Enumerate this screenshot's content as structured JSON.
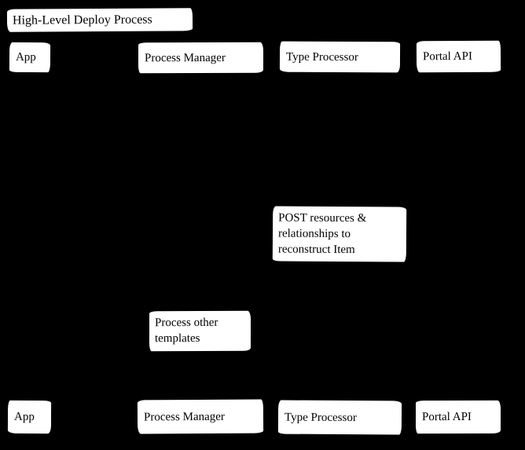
{
  "diagram": {
    "title": "High-Level Deploy Process",
    "actors": [
      {
        "label": "App"
      },
      {
        "label": "Process Manager"
      },
      {
        "label": "Type Processor"
      },
      {
        "label": "Portal API"
      }
    ],
    "notes": [
      {
        "text": "POST resources & relationships to reconstruct Item"
      },
      {
        "text": "Process other templates"
      }
    ],
    "colors": {
      "background": "#000000",
      "box_fill": "#ffffff",
      "text": "#000000"
    }
  }
}
